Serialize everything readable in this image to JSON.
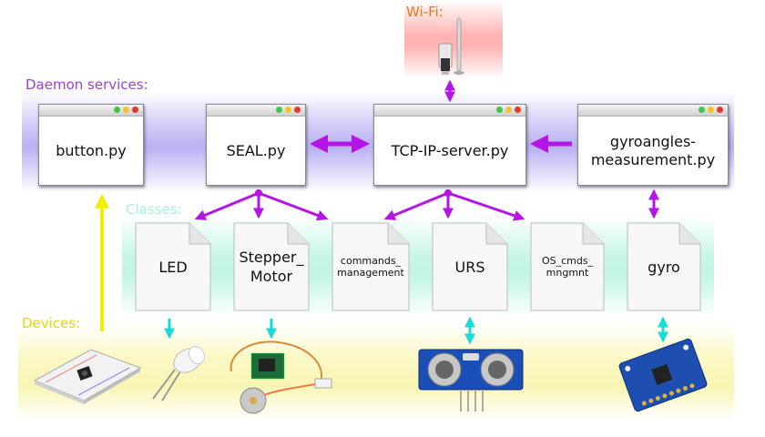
{
  "sections": {
    "wifi": "Wi-Fi:",
    "daemon": "Daemon services:",
    "classes": "Classes:",
    "devices": "Devices:"
  },
  "daemons": [
    {
      "name": "button.py"
    },
    {
      "name": "SEAL.py"
    },
    {
      "name": "TCP-IP-server.py"
    },
    {
      "name": "gyroangles-\nmeasurement.py"
    }
  ],
  "classes": [
    {
      "name": "LED"
    },
    {
      "name": "Stepper_\nMotor"
    },
    {
      "name": "commands_\nmanagement"
    },
    {
      "name": "URS"
    },
    {
      "name": "OS_cmds_\nmngmnt"
    },
    {
      "name": "gyro"
    }
  ],
  "devices": [
    {
      "icon": "breadboard-button-icon"
    },
    {
      "icon": "led-icon"
    },
    {
      "icon": "stepper-motor-icon"
    },
    {
      "icon": "ultrasonic-sensor-icon"
    },
    {
      "icon": "gyro-sensor-icon"
    }
  ],
  "wifi_device": {
    "icon": "wifi-dongle-icon"
  },
  "colors": {
    "daemon_band": "#b9b0f2",
    "classes_band": "#c1f5e2",
    "devices_band": "#f9f5b5",
    "wifi_band": "#ffb3b3",
    "purple_arrow": "#b414e6",
    "cyan_arrow": "#19dcd2",
    "yellow_arrow": "#f0f000"
  }
}
